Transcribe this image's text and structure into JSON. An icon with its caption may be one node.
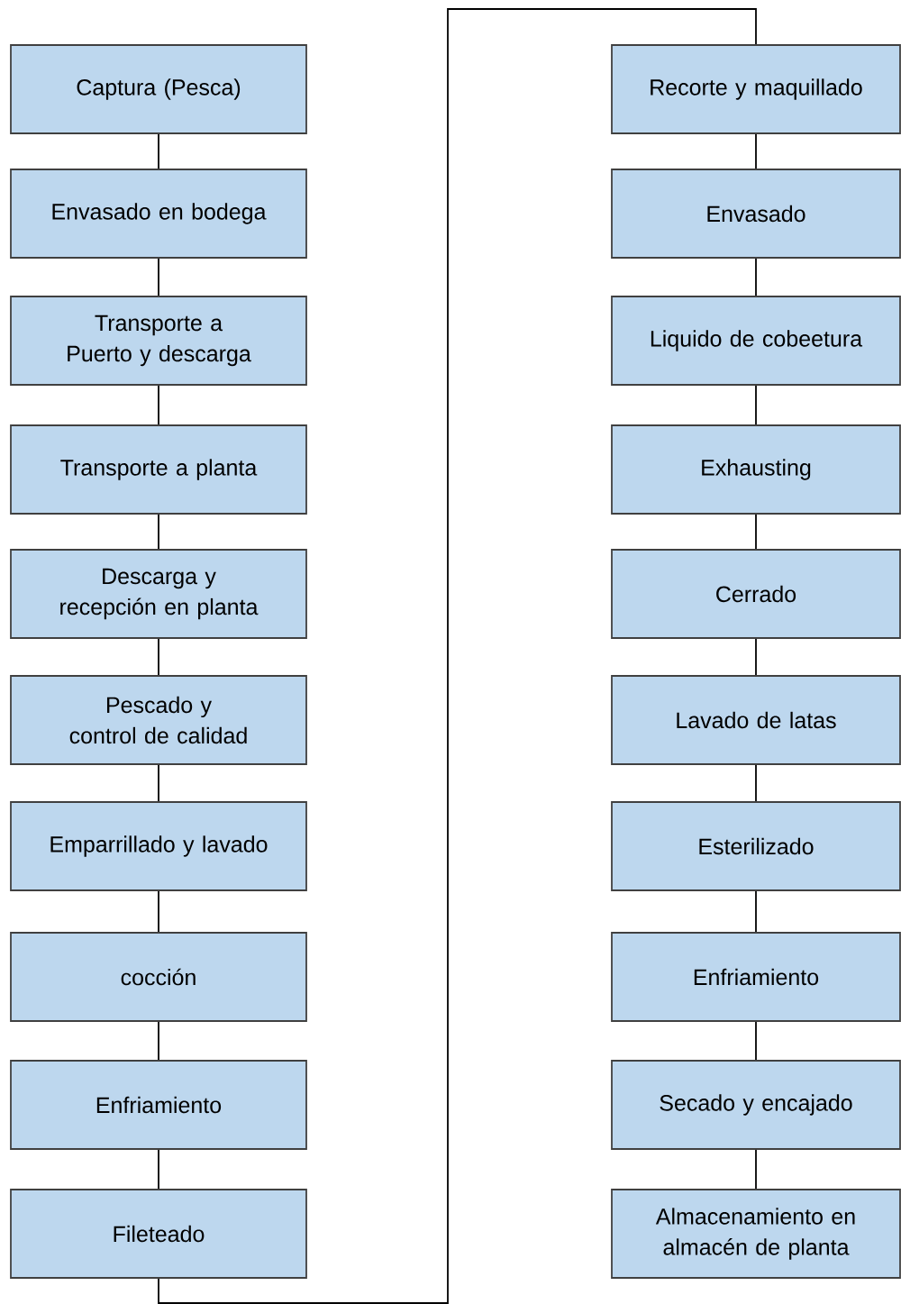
{
  "diagram": {
    "nodes": [
      {
        "text": [
          "Captura (Pesca)"
        ]
      },
      {
        "text": [
          "Envasado en bodega"
        ]
      },
      {
        "text": [
          "Transporte a Puerto y descarga"
        ]
      },
      {
        "text": [
          "Transporte a planta"
        ]
      },
      {
        "text": [
          "Descarga y recepción en planta"
        ]
      },
      {
        "text": [
          "Pescado y control de calidad"
        ]
      },
      {
        "text": [
          "Emparrillado y lavado"
        ]
      },
      {
        "text": [
          "cocción"
        ]
      },
      {
        "text": [
          "Enfriamiento"
        ]
      },
      {
        "text": [
          "Fileteado"
        ]
      },
      {
        "text": [
          "Recorte y maquillado"
        ]
      },
      {
        "text": [
          "Envasado"
        ]
      },
      {
        "text": [
          "Liquido de cobeetura"
        ]
      },
      {
        "text": [
          "Exhausting"
        ]
      },
      {
        "text": [
          "Cerrado"
        ]
      },
      {
        "text": [
          "Lavado de latas"
        ]
      },
      {
        "text": [
          "Esterilizado"
        ]
      },
      {
        "text": [
          "Enfriamiento"
        ]
      },
      {
        "text": [
          "Secado y encajado"
        ]
      },
      {
        "text": [
          "Almacenamiento en almacén de planta"
        ]
      }
    ],
    "edges": [
      {
        "from": 0,
        "to": 1,
        "arrow": "none"
      },
      {
        "from": 1,
        "to": 2,
        "arrow": "none"
      },
      {
        "from": 2,
        "to": 3,
        "arrow": "none"
      },
      {
        "from": 3,
        "to": 4,
        "arrow": "none"
      },
      {
        "from": 4,
        "to": 5,
        "arrow": "none"
      },
      {
        "from": 5,
        "to": 6,
        "arrow": "none"
      },
      {
        "from": 6,
        "to": 7,
        "arrow": "none"
      },
      {
        "from": 7,
        "to": 8,
        "arrow": "none"
      },
      {
        "from": 8,
        "to": 9,
        "arrow": "none"
      },
      {
        "from": 9,
        "to": 10,
        "arrow": "none"
      },
      {
        "from": 10,
        "to": 11,
        "arrow": "none"
      },
      {
        "from": 11,
        "to": 12,
        "arrow": "none"
      },
      {
        "from": 12,
        "to": 13,
        "arrow": "none"
      },
      {
        "from": 13,
        "to": 14,
        "arrow": "none"
      },
      {
        "from": 14,
        "to": 15,
        "arrow": "none"
      },
      {
        "from": 15,
        "to": 16,
        "arrow": "none"
      },
      {
        "from": 16,
        "to": 17,
        "arrow": "none"
      },
      {
        "from": 17,
        "to": 18,
        "arrow": "none"
      },
      {
        "from": 18,
        "to": 19,
        "arrow": "none"
      }
    ]
  }
}
